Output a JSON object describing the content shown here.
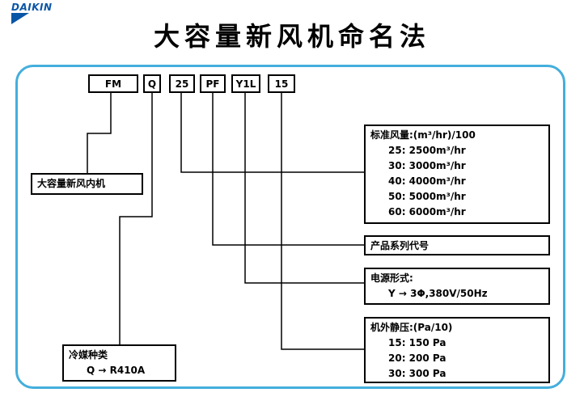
{
  "logo": {
    "text": "DAIKIN"
  },
  "title": "大容量新风机命名法",
  "codes": {
    "fm": "FM",
    "q": "Q",
    "n25": "25",
    "pf": "PF",
    "y1l": "Y1L",
    "n15": "15"
  },
  "unit_name": "大容量新风内机",
  "refrigerant": {
    "heading": "冷媒种类",
    "line": "Q → R410A"
  },
  "airflow": {
    "heading": "标准风量:(m³/hr)/100",
    "items": [
      "25: 2500m³/hr",
      "30: 3000m³/hr",
      "40: 4000m³/hr",
      "50: 5000m³/hr",
      "60: 6000m³/hr"
    ]
  },
  "series": "产品系列代号",
  "power": {
    "heading": "电源形式:",
    "line": "Y → 3Φ,380V/50Hz"
  },
  "static_pressure": {
    "heading": "机外静压:(Pa/10)",
    "items": [
      "15: 150 Pa",
      "20: 200 Pa",
      "30: 300 Pa"
    ]
  },
  "colors": {
    "frame": "#44aedc",
    "logo": "#0a56a6",
    "lines": "#000000"
  }
}
